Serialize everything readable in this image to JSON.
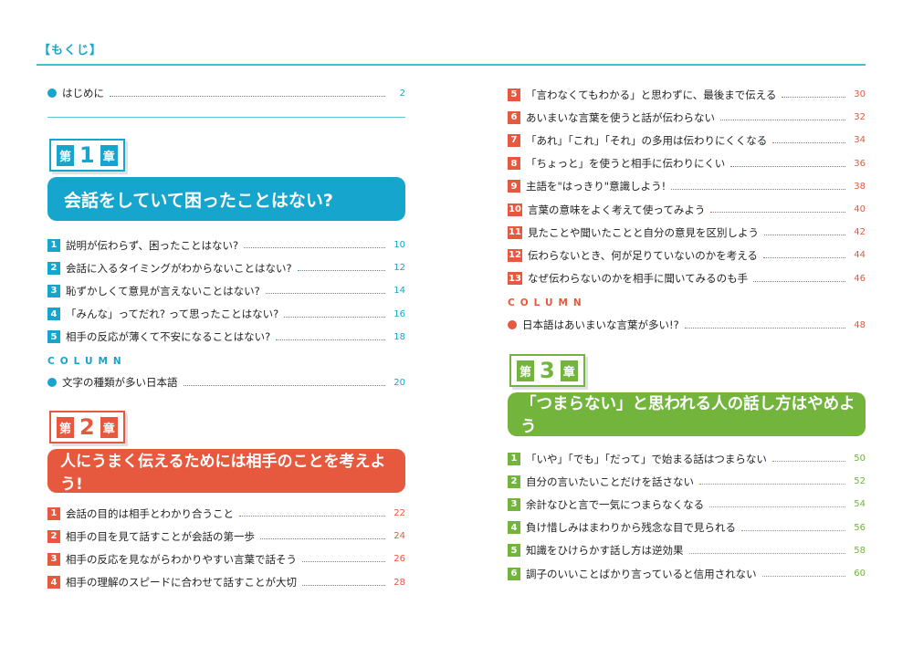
{
  "header": {
    "title": "【もくじ】"
  },
  "intro": {
    "label": "はじめに",
    "page": "2"
  },
  "chapter1": {
    "prefix": "第",
    "number": "1",
    "suffix": "章",
    "title": "会話をしていて困ったことはない?",
    "items": [
      {
        "num": "1",
        "text": "説明が伝わらず、困ったことはない?",
        "page": "10"
      },
      {
        "num": "2",
        "text": "会話に入るタイミングがわからないことはない?",
        "page": "12"
      },
      {
        "num": "3",
        "text": "恥ずかしくて意見が言えないことはない?",
        "page": "14"
      },
      {
        "num": "4",
        "text": "「みんな」ってだれ? って思ったことはない?",
        "page": "16"
      },
      {
        "num": "5",
        "text": "相手の反応が薄くて不安になることはない?",
        "page": "18"
      }
    ],
    "column_label": "COLUMN",
    "column_item": {
      "text": "文字の種類が多い日本語",
      "page": "20"
    }
  },
  "chapter2": {
    "prefix": "第",
    "number": "2",
    "suffix": "章",
    "title": "人にうまく伝えるためには相手のことを考えよう!",
    "items": [
      {
        "num": "1",
        "text": "会話の目的は相手とわかり合うこと",
        "page": "22"
      },
      {
        "num": "2",
        "text": "相手の目を見て話すことが会話の第一歩",
        "page": "24"
      },
      {
        "num": "3",
        "text": "相手の反応を見ながらわかりやすい言葉で話そう",
        "page": "26"
      },
      {
        "num": "4",
        "text": "相手の理解のスピードに合わせて話すことが大切",
        "page": "28"
      },
      {
        "num": "5",
        "text": "「言わなくてもわかる」と思わずに、最後まで伝える",
        "page": "30"
      },
      {
        "num": "6",
        "text": "あいまいな言葉を使うと話が伝わらない",
        "page": "32"
      },
      {
        "num": "7",
        "text": "「あれ」「これ」「それ」の多用は伝わりにくくなる",
        "page": "34"
      },
      {
        "num": "8",
        "text": "「ちょっと」を使うと相手に伝わりにくい",
        "page": "36"
      },
      {
        "num": "9",
        "text": "主語を\"はっきり\"意識しよう!",
        "page": "38"
      },
      {
        "num": "10",
        "text": "言葉の意味をよく考えて使ってみよう",
        "page": "40"
      },
      {
        "num": "11",
        "text": "見たことや聞いたことと自分の意見を区別しよう",
        "page": "42"
      },
      {
        "num": "12",
        "text": "伝わらないとき、何が足りていないのかを考える",
        "page": "44"
      },
      {
        "num": "13",
        "text": "なぜ伝わらないのかを相手に聞いてみるのも手",
        "page": "46"
      }
    ],
    "column_label": "COLUMN",
    "column_item": {
      "text": "日本語はあいまいな言葉が多い!?",
      "page": "48"
    }
  },
  "chapter3": {
    "prefix": "第",
    "number": "3",
    "suffix": "章",
    "title": "「つまらない」と思われる人の話し方はやめよう",
    "items": [
      {
        "num": "1",
        "text": "「いや」「でも」「だって」で始まる話はつまらない",
        "page": "50"
      },
      {
        "num": "2",
        "text": "自分の言いたいことだけを話さない",
        "page": "52"
      },
      {
        "num": "3",
        "text": "余計なひと言で一気につまらなくなる",
        "page": "54"
      },
      {
        "num": "4",
        "text": "負け惜しみはまわりから残念な目で見られる",
        "page": "56"
      },
      {
        "num": "5",
        "text": "知識をひけらかす話し方は逆効果",
        "page": "58"
      },
      {
        "num": "6",
        "text": "調子のいいことばかり言っていると信用されない",
        "page": "60"
      }
    ]
  },
  "colors": {
    "chapter1": "#16a5cc",
    "chapter2": "#e6593e",
    "chapter3": "#72b43c"
  }
}
